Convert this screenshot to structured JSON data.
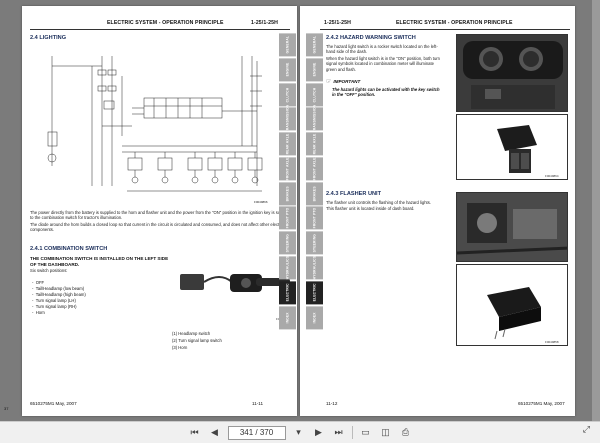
{
  "left_page": {
    "header_title": "ELECTRIC SYSTEM - OPERATION PRINCIPLE",
    "header_model": "1-25/1-25H",
    "section_title": "2.4  LIGHTING",
    "diagram_code": "F0049866",
    "body_text": "The power directly from the battery is supplied to the horn and flasher unit and the power from the \"ON\" position in the ignition key is supplied to the combination switch for tractor's illumination.",
    "body_text2": "The diode around the horn builds a closed loop so that current in the circuit is circulated and consumed, and does not affect other electric components.",
    "sub_section": "2.4.1  COMBINATION SWITCH",
    "bold_note": "THE COMBINATION SWITCH IS INSTALLED ON THE LEFT SIDE OF THE DASHBOARD.",
    "switch_positions_intro": "Six switch positions:",
    "positions": [
      "OFF",
      "Tail/Headlamp (low beam)",
      "Tail/Headlamp (high beam)",
      "Turn signal lamp (LH)",
      "Turn signal lamp (RH)",
      "Horn"
    ],
    "photo_code": "F0049856",
    "callouts": [
      "(1)  Headlamp switch",
      "(2)  Turn signal lamp switch",
      "(3)  Horn"
    ],
    "footer_code": "6510275M1  May, 2007",
    "page_number": "11-11",
    "corner_number": "37"
  },
  "right_page": {
    "header_model": "1-25/1-25H",
    "header_title": "ELECTRIC SYSTEM - OPERATION PRINCIPLE",
    "section1_title": "2.4.2  HAZARD WARNING SWITCH",
    "section1_text": "The hazard light switch is a rocker switch located on the left-hand side of the dash.",
    "section1_text2": "When the hazard light switch is in the \"ON\" position, both turn signal symbols located in combination meter will illuminate green and flash.",
    "important_label": "IMPORTANT",
    "important_text": "The hazard lights can be activated with the key switch in the \"OFF\" position.",
    "photo1_code": "F0049864",
    "section2_title": "2.4.3  FLASHER UNIT",
    "section2_text": "The flasher unit controls the flashing of the hazard lights.",
    "section2_text2": "This flasher unit is located inside of dash board.",
    "photo2_code": "F0049858",
    "page_number": "11-12",
    "footer_code": "6510275M1  May, 2007"
  },
  "tabs": [
    "GENERAL",
    "ENGINE",
    "CLUTCH",
    "TRANSMISSION",
    "REAR AXLE",
    "FRONT AXLE",
    "BRAKES",
    "FRONT PTO",
    "STEERING",
    "HYDRAULICS",
    "ELECTRIC",
    "INDEX"
  ],
  "active_tab": "ELECTRIC",
  "toolbar": {
    "page_display": "341 / 370",
    "first_icon": "first-page-icon",
    "prev_icon": "prev-page-icon",
    "next_icon": "next-page-icon",
    "last_icon": "last-page-icon"
  }
}
